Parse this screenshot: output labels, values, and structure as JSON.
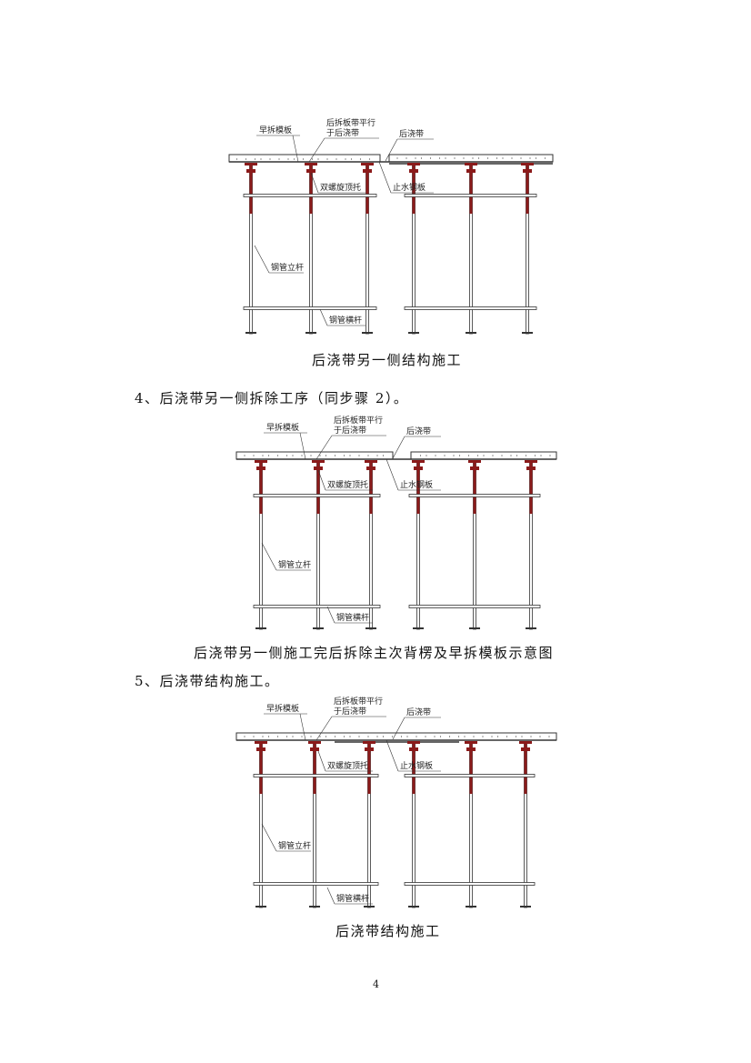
{
  "diagrams": [
    {
      "labels": {
        "early": "早拆模板",
        "parallel1": "后拆板带平行",
        "parallel2": "于后浇带",
        "band": "后浇带",
        "jack": "双螺旋顶托",
        "waterstop": "止水钢板",
        "post": "钢管立杆",
        "bar": "钢管横杆"
      },
      "caption": "后浇带另一侧结构施工"
    },
    {
      "labels": {
        "early": "早拆模板",
        "parallel1": "后拆板带平行",
        "parallel2": "于后浇带",
        "band": "后浇带",
        "jack": "双螺旋顶托",
        "waterstop": "止水钢板",
        "post": "钢管立杆",
        "bar": "钢管横杆"
      },
      "caption": "后浇带另一侧施工完后拆除主次背楞及早拆模板示意图"
    },
    {
      "labels": {
        "early": "早拆模板",
        "parallel1": "后拆板带平行",
        "parallel2": "于后浇带",
        "band": "后浇带",
        "jack": "双螺旋顶托",
        "waterstop": "止水钢板",
        "post": "钢管立杆",
        "bar": "钢管横杆"
      },
      "caption": "后浇带结构施工"
    }
  ],
  "headings": {
    "step4": "4、后浇带另一侧拆除工序（同步骤 2）。",
    "step5": "5、后浇带结构施工。"
  },
  "page_number": "4",
  "colors": {
    "jack": "#8b1a1a",
    "line": "#333333"
  }
}
